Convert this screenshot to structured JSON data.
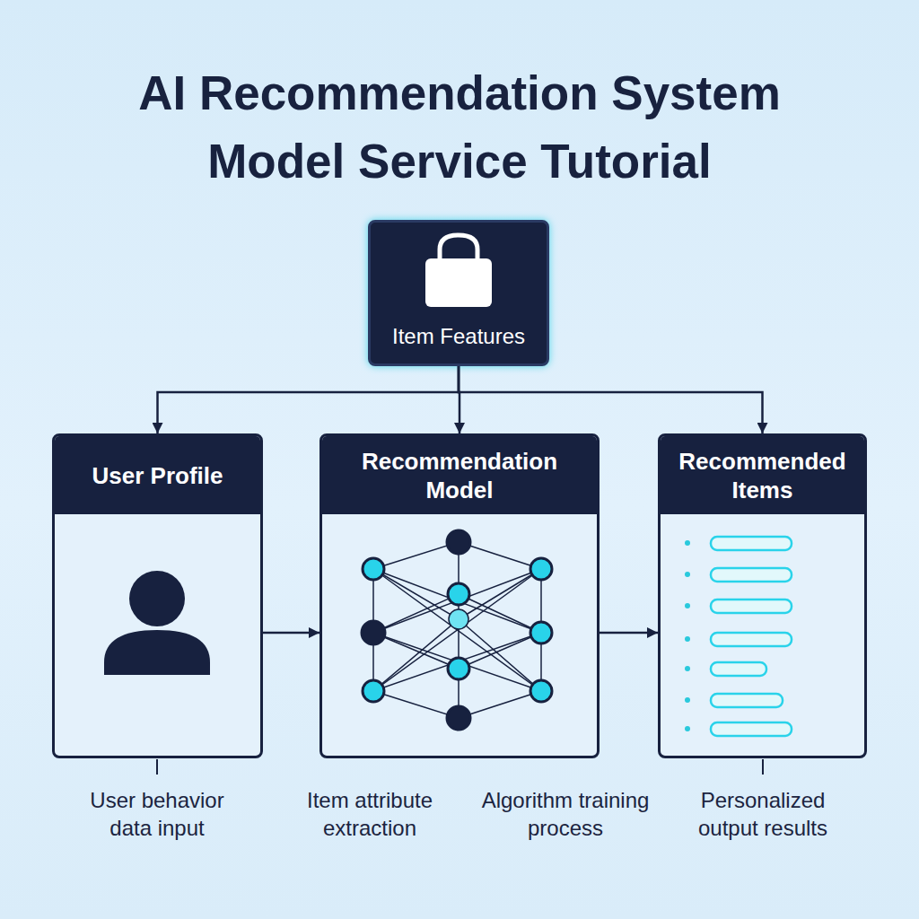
{
  "diagram": {
    "title": "AI Recommendation System Model Service Tutorial",
    "nodes": [
      {
        "text": [
          "Item Features"
        ]
      },
      {
        "text": [
          "User Profile"
        ]
      },
      {
        "text": [
          "Recommendation Model"
        ]
      },
      {
        "text": [
          "Recommended Items"
        ]
      }
    ],
    "edges": [
      {
        "from": 0,
        "to": 1,
        "arrow": "to"
      },
      {
        "from": 0,
        "to": 2,
        "arrow": "to"
      },
      {
        "from": 0,
        "to": 3,
        "arrow": "to"
      },
      {
        "from": 1,
        "to": 2,
        "arrow": "to"
      },
      {
        "from": 2,
        "to": 3,
        "arrow": "to"
      }
    ],
    "labels": [
      "User behavior data input",
      "Item attribute extraction",
      "Algorithm training process",
      "Personalized output results"
    ]
  }
}
